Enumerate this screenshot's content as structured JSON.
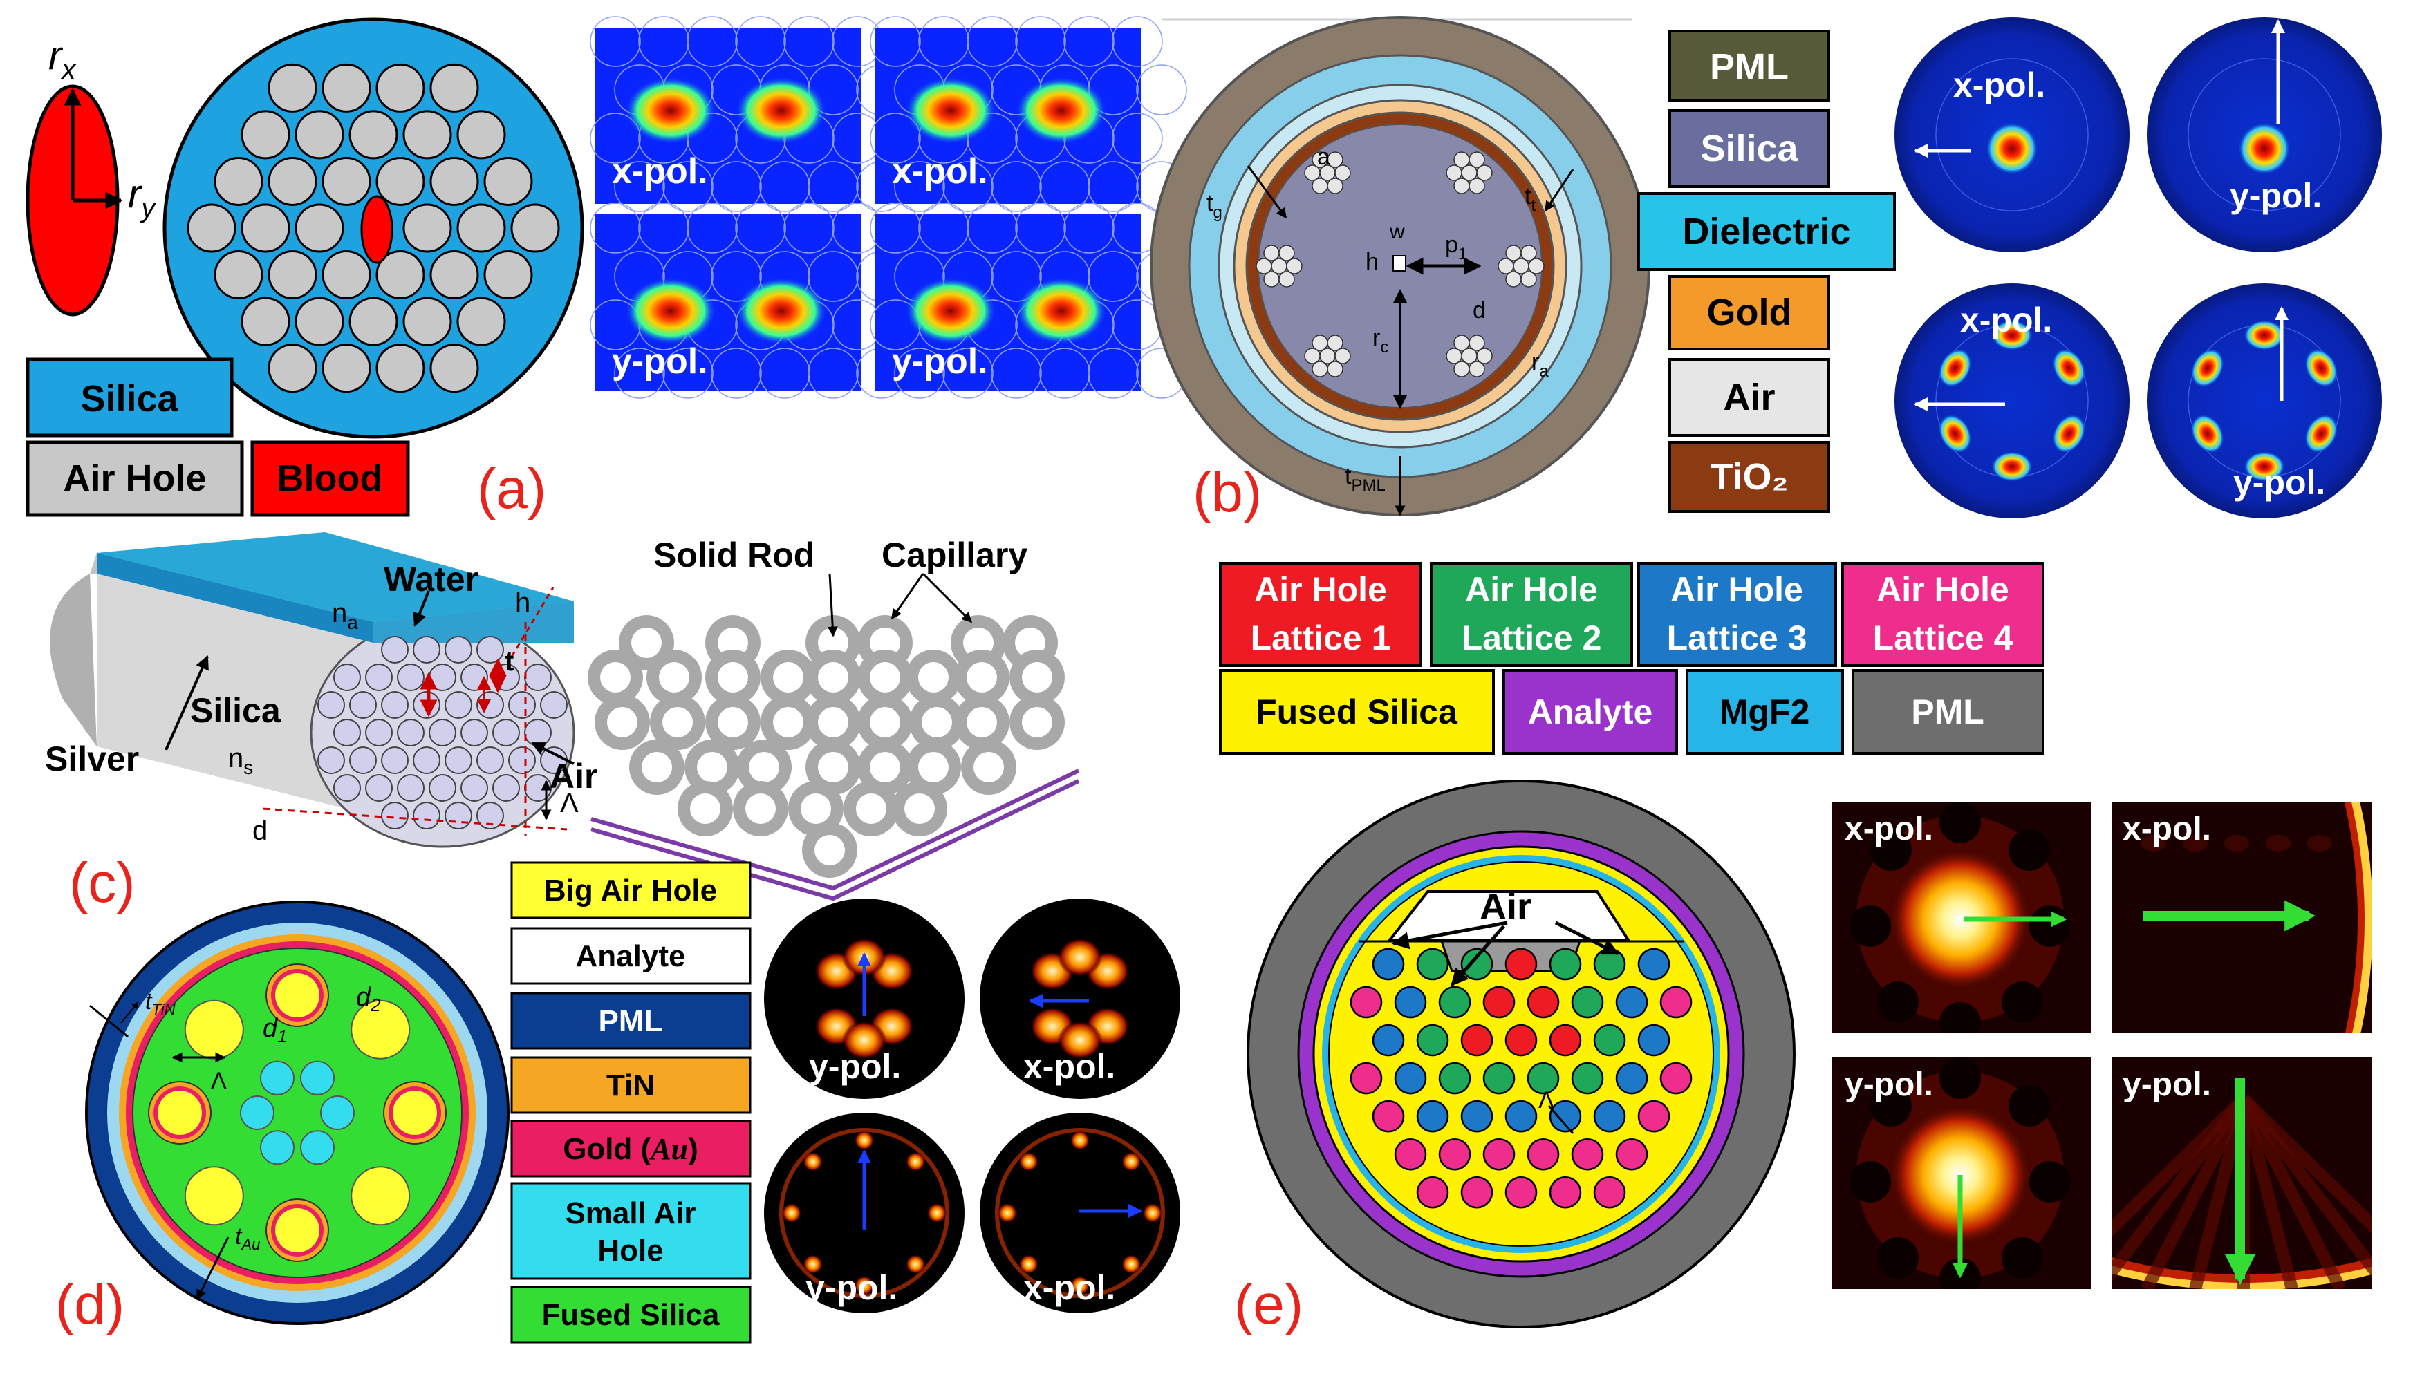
{
  "panels": {
    "a": {
      "label": "(a)",
      "axis_rx": "r",
      "axis_rx_sub": "x",
      "axis_ry": "r",
      "axis_ry_sub": "y",
      "legend": [
        "Silica",
        "Air Hole",
        "Blood"
      ],
      "mode_labels": [
        "x-pol.",
        "x-pol.",
        "y-pol.",
        "y-pol."
      ]
    },
    "b": {
      "label": "(b)",
      "legend": [
        "PML",
        "Silica",
        "Dielectric",
        "Gold",
        "Air",
        "TiO₂"
      ],
      "dims": [
        "a",
        "t",
        "g",
        "t",
        "t",
        "w",
        "h",
        "p",
        "1",
        "d",
        "r",
        "c",
        "r",
        "a",
        "t",
        "PML"
      ],
      "mode_labels": [
        "x-pol.",
        "y-pol.",
        "x-pol.",
        "y-pol."
      ]
    },
    "c": {
      "label": "(c)",
      "labels": [
        "Water",
        "n",
        "a",
        "h",
        "t",
        "Silica",
        "n",
        "s",
        "Silver",
        "Air",
        "d",
        "Λ"
      ],
      "labels_right": [
        "Solid Rod",
        "Capillary"
      ]
    },
    "d": {
      "label": "(d)",
      "dims": [
        "d",
        "2",
        "d",
        "1",
        "t",
        "TiN",
        "Λ",
        "t",
        "Au"
      ],
      "legend": [
        "Big Air Hole",
        "Analyte",
        "PML",
        "TiN",
        "Gold (",
        "Au",
        ")",
        "Small Air",
        "Hole",
        "Fused Silica"
      ],
      "mode_labels": [
        "y-pol.",
        "x-pol.",
        "y-pol.",
        "x-pol."
      ]
    },
    "e": {
      "label": "(e)",
      "legend": [
        "Air Hole",
        "Lattice 1",
        "Air Hole",
        "Lattice 2",
        "Air Hole",
        "Lattice 3",
        "Air Hole",
        "Lattice 4",
        "Fused Silica",
        "Analyte",
        "MgF2",
        "PML"
      ],
      "air_label": "Air",
      "lambda": "Λ",
      "mode_labels": [
        "x-pol.",
        "x-pol.",
        "y-pol.",
        "y-pol."
      ]
    }
  },
  "colors": {
    "silica_blue": "#1fa3e0",
    "air_gray": "#bfbfbf",
    "blood_red": "#ff0000",
    "pml_olive": "#595a3a",
    "silica_slate": "#6a6e9e",
    "dielectric_cyan": "#27c3e8",
    "gold_orange": "#f39a2b",
    "tio2_brown": "#8b3a12",
    "label_red": "#e8231c",
    "lattice1": "#ee1b24",
    "lattice2": "#1fa85a",
    "lattice3": "#1e78c8",
    "lattice4": "#ee2d8c",
    "fused_silica_yellow": "#fff200",
    "analyte_purple": "#9933cc",
    "mgf2_cyan": "#27b5e8",
    "pml_gray": "#6e6e6e",
    "green_fill": "#33dd33",
    "pml_navy": "#0b3d91",
    "tin_orange": "#f5a623",
    "gold_pink": "#e91e63",
    "small_air_cyan": "#33ddee",
    "big_air_yellow": "#ffff33"
  }
}
